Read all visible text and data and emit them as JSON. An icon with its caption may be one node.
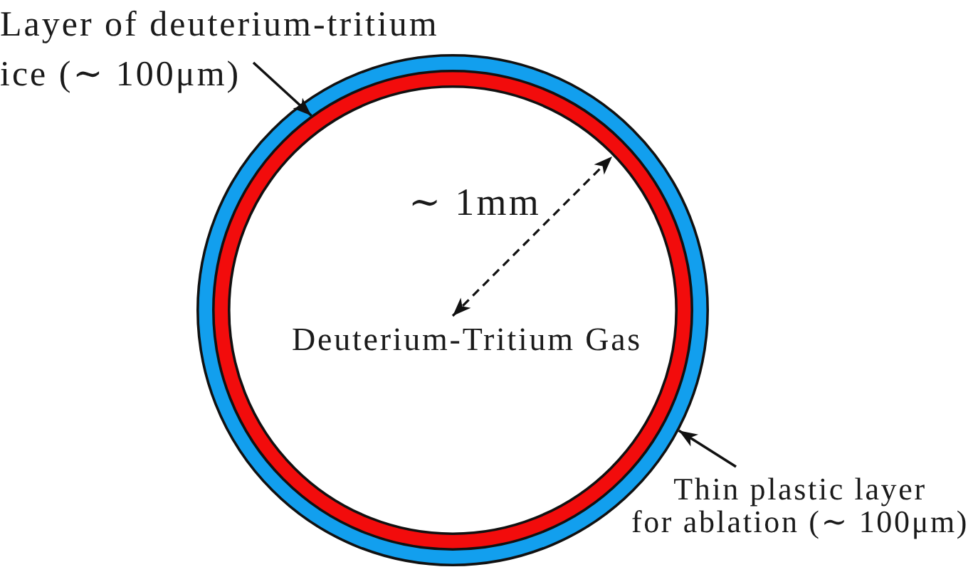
{
  "diagram": {
    "nodes": [
      {
        "text": [
          "Layer of deuterium-tritium ice (∼ 100μm)"
        ]
      },
      {
        "text": [],
        "shape": "circle"
      },
      {
        "text": [],
        "shape": "circle",
        "in": 1
      },
      {
        "text": [
          "Deuterium-Tritium Gas"
        ],
        "in": 2
      },
      {
        "text": [
          "Thin plastic layer for ablation (∼ 100μm)"
        ]
      }
    ],
    "edges": [
      {
        "from": 0,
        "to": 2,
        "arrow": "to"
      },
      {
        "from": 4,
        "to": 1,
        "arrow": "to"
      }
    ],
    "labels": [
      "∼ 1mm"
    ]
  }
}
